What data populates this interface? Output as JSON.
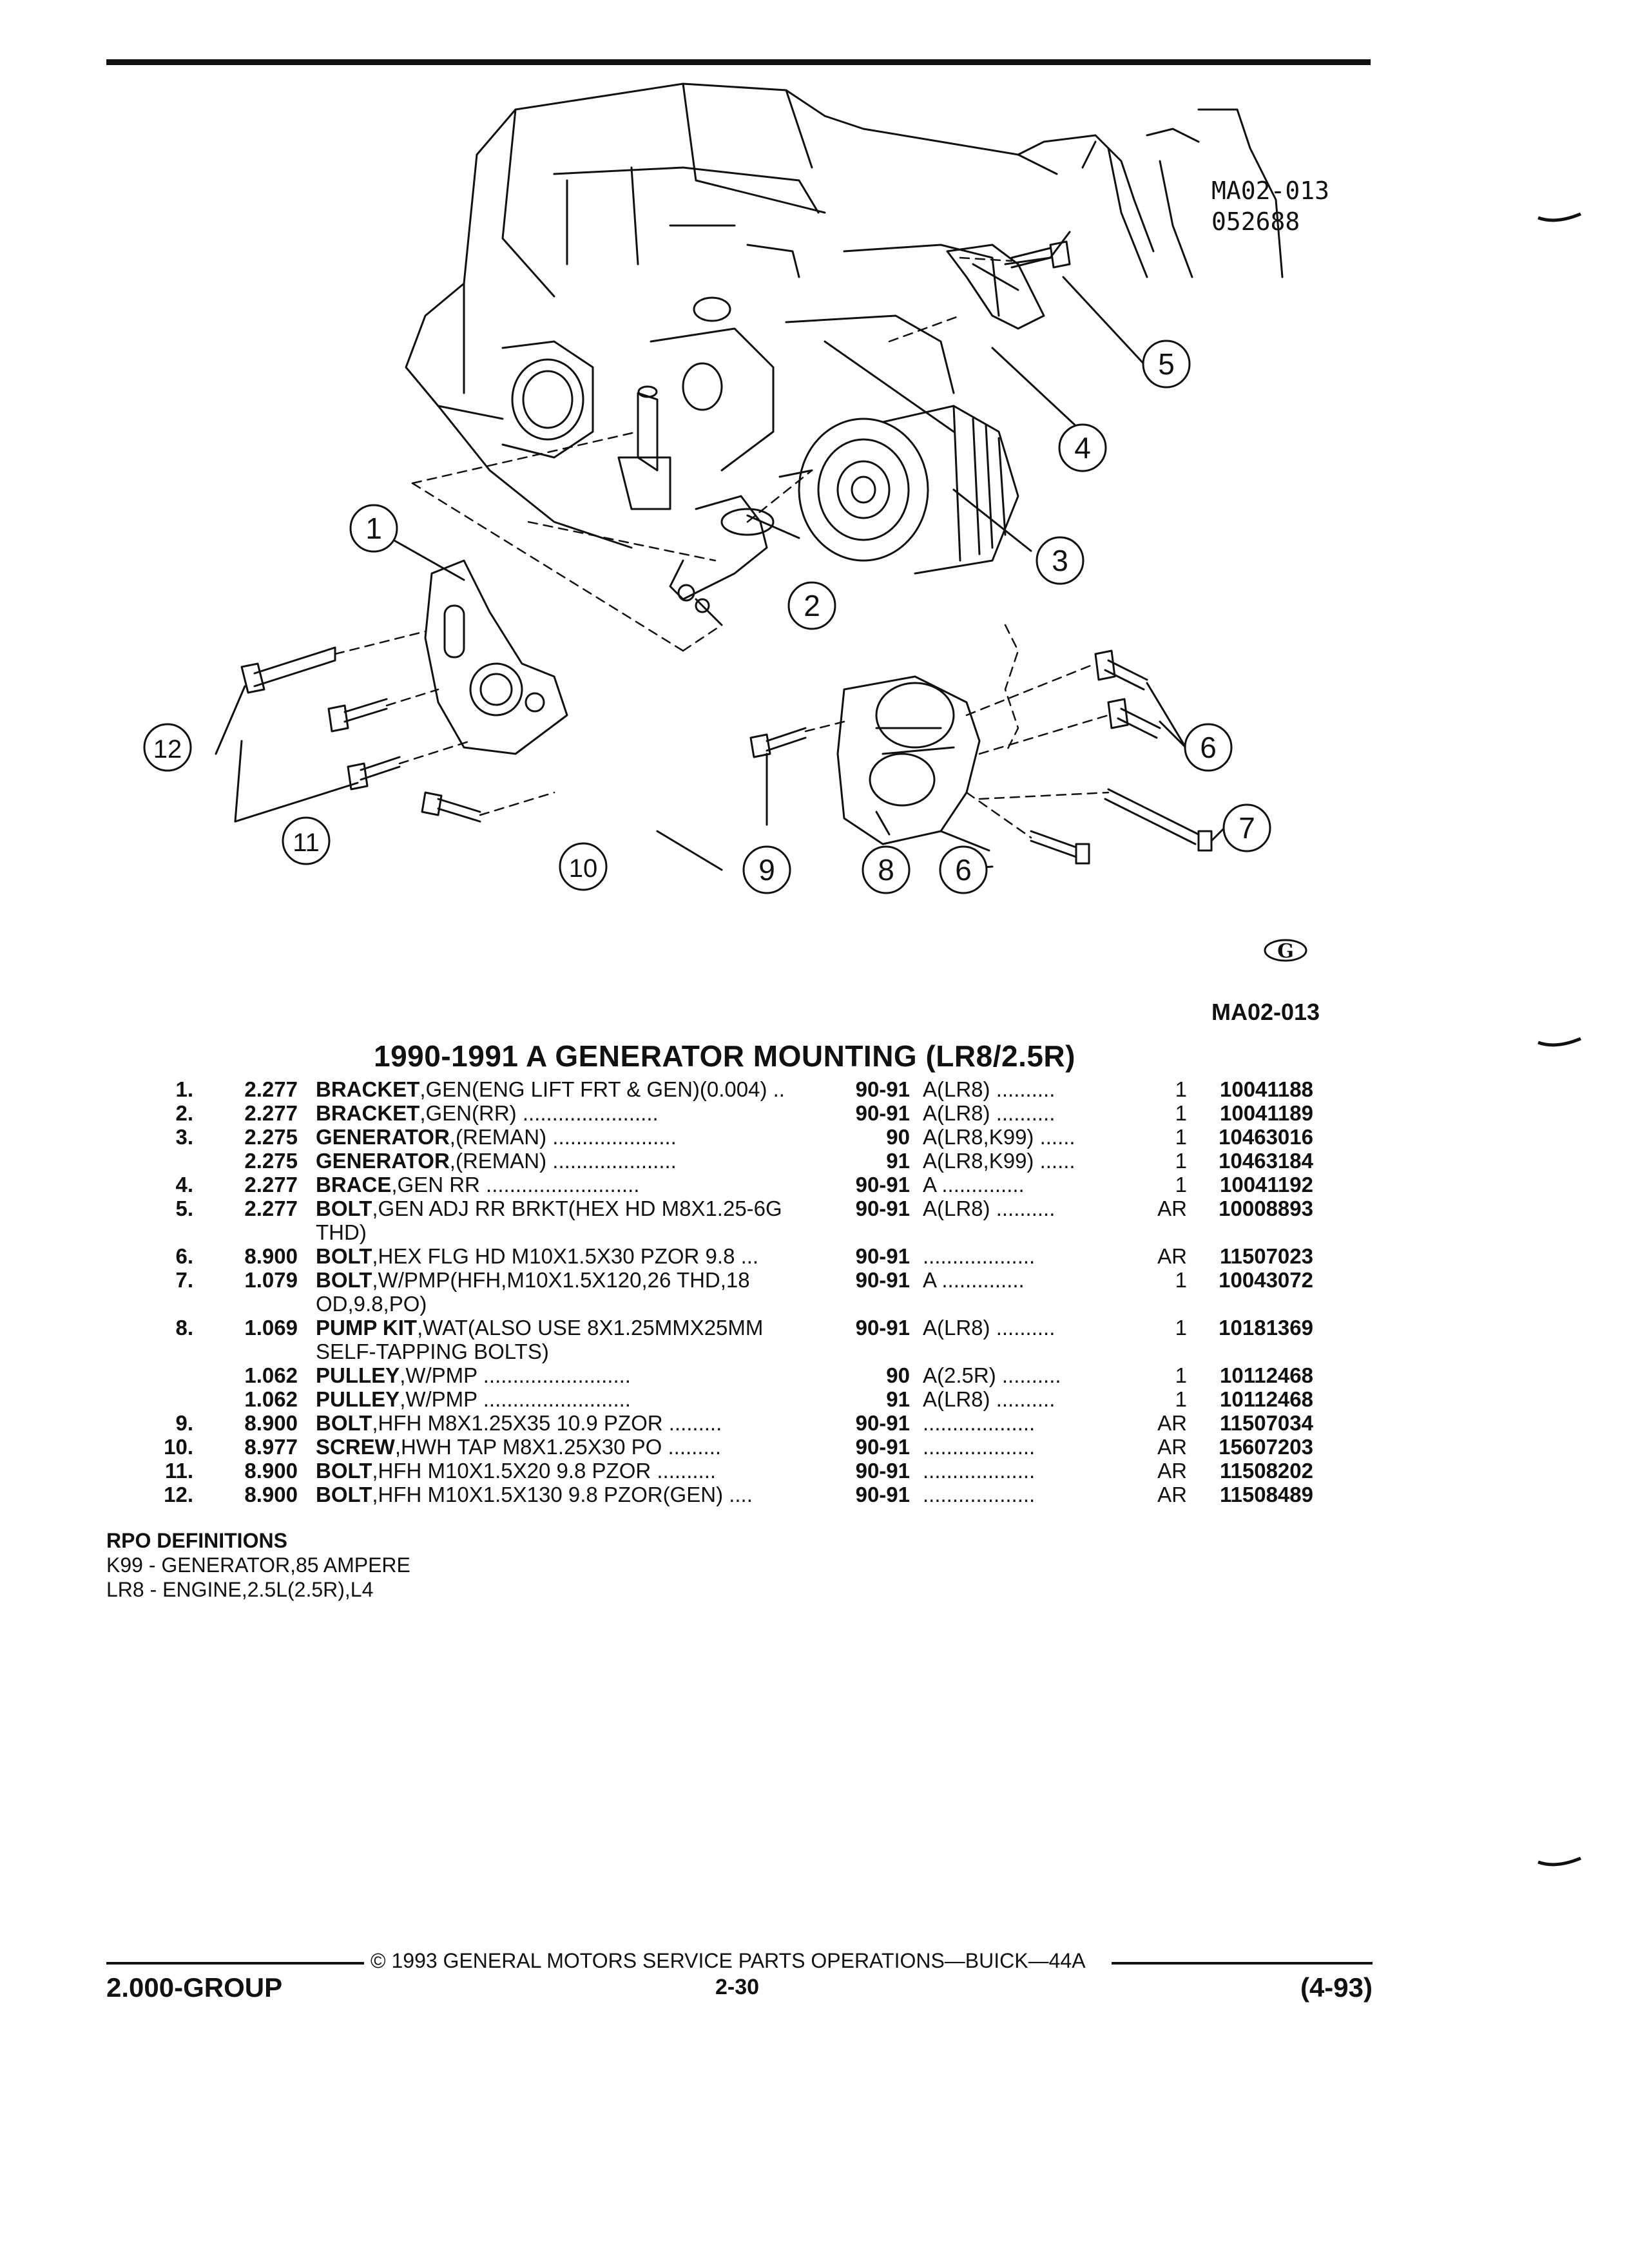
{
  "diagram": {
    "code_top": [
      "MA02-013",
      "052688"
    ],
    "callouts": [
      "1",
      "2",
      "3",
      "4",
      "5",
      "6",
      "6",
      "7",
      "8",
      "9",
      "10",
      "11",
      "12"
    ],
    "logo": "G",
    "code_bottom": "MA02-013"
  },
  "section_title": "1990-1991 A GENERATOR MOUNTING (LR8/2.5R)",
  "parts": [
    {
      "num": "1.",
      "group": "2.277",
      "desc": "BRACKET",
      "desc_rest": ",GEN(ENG LIFT FRT & GEN)(0.004) ..",
      "desc2": "",
      "years": "90-91",
      "app": "A(LR8) ..........",
      "qty": "1",
      "pn": "10041188"
    },
    {
      "num": "2.",
      "group": "2.277",
      "desc": "BRACKET",
      "desc_rest": ",GEN(RR) .......................",
      "desc2": "",
      "years": "90-91",
      "app": "A(LR8) ..........",
      "qty": "1",
      "pn": "10041189"
    },
    {
      "num": "3.",
      "group": "2.275",
      "desc": "GENERATOR",
      "desc_rest": ",(REMAN) .....................",
      "desc2": "",
      "years": "90",
      "app": "A(LR8,K99) ......",
      "qty": "1",
      "pn": "10463016"
    },
    {
      "num": "",
      "group": "2.275",
      "desc": "GENERATOR",
      "desc_rest": ",(REMAN) .....................",
      "desc2": "",
      "years": "91",
      "app": "A(LR8,K99) ......",
      "qty": "1",
      "pn": "10463184"
    },
    {
      "num": "4.",
      "group": "2.277",
      "desc": "BRACE",
      "desc_rest": ",GEN RR ..........................",
      "desc2": "",
      "years": "90-91",
      "app": "A ..............",
      "qty": "1",
      "pn": "10041192"
    },
    {
      "num": "5.",
      "group": "2.277",
      "desc": "BOLT",
      "desc_rest": ",GEN ADJ RR BRKT(HEX HD M8X1.25-6G",
      "desc2": "THD)",
      "years": "90-91",
      "app": "A(LR8) ..........",
      "qty": "AR",
      "pn": "10008893"
    },
    {
      "num": "6.",
      "group": "8.900",
      "desc": "BOLT",
      "desc_rest": ",HEX FLG HD M10X1.5X30 PZOR 9.8 ...",
      "desc2": "",
      "years": "90-91",
      "app": "...................",
      "qty": "AR",
      "pn": "11507023"
    },
    {
      "num": "7.",
      "group": "1.079",
      "desc": "BOLT",
      "desc_rest": ",W/PMP(HFH,M10X1.5X120,26 THD,18",
      "desc2": "OD,9.8,PO)",
      "years": "90-91",
      "app": "A ..............",
      "qty": "1",
      "pn": "10043072"
    },
    {
      "num": "8.",
      "group": "1.069",
      "desc": "PUMP KIT",
      "desc_rest": ",WAT(ALSO USE 8X1.25MMX25MM",
      "desc2": "SELF-TAPPING BOLTS)",
      "years": "90-91",
      "app": "A(LR8) ..........",
      "qty": "1",
      "pn": "10181369"
    },
    {
      "num": "",
      "group": "1.062",
      "desc": "PULLEY",
      "desc_rest": ",W/PMP .........................",
      "desc2": "",
      "years": "90",
      "app": "A(2.5R) ..........",
      "qty": "1",
      "pn": "10112468"
    },
    {
      "num": "",
      "group": "1.062",
      "desc": "PULLEY",
      "desc_rest": ",W/PMP .........................",
      "desc2": "",
      "years": "91",
      "app": "A(LR8) ..........",
      "qty": "1",
      "pn": "10112468"
    },
    {
      "num": "9.",
      "group": "8.900",
      "desc": "BOLT",
      "desc_rest": ",HFH M8X1.25X35 10.9 PZOR .........",
      "desc2": "",
      "years": "90-91",
      "app": "...................",
      "qty": "AR",
      "pn": "11507034"
    },
    {
      "num": "10.",
      "group": "8.977",
      "desc": "SCREW",
      "desc_rest": ",HWH TAP M8X1.25X30 PO .........",
      "desc2": "",
      "years": "90-91",
      "app": "...................",
      "qty": "AR",
      "pn": "15607203"
    },
    {
      "num": "11.",
      "group": "8.900",
      "desc": "BOLT",
      "desc_rest": ",HFH M10X1.5X20 9.8 PZOR ..........",
      "desc2": "",
      "years": "90-91",
      "app": "...................",
      "qty": "AR",
      "pn": "11508202"
    },
    {
      "num": "12.",
      "group": "8.900",
      "desc": "BOLT",
      "desc_rest": ",HFH M10X1.5X130 9.8 PZOR(GEN) ....",
      "desc2": "",
      "years": "90-91",
      "app": "...................",
      "qty": "AR",
      "pn": "11508489"
    }
  ],
  "rpo": {
    "header": "RPO DEFINITIONS",
    "lines": [
      "K99 - GENERATOR,85 AMPERE",
      "LR8 - ENGINE,2.5L(2.5R),L4"
    ]
  },
  "footer": {
    "copyright": "© 1993 GENERAL MOTORS SERVICE PARTS OPERATIONS—BUICK—44A",
    "group": "2.000-GROUP",
    "page": "2-30",
    "date": "(4-93)"
  }
}
